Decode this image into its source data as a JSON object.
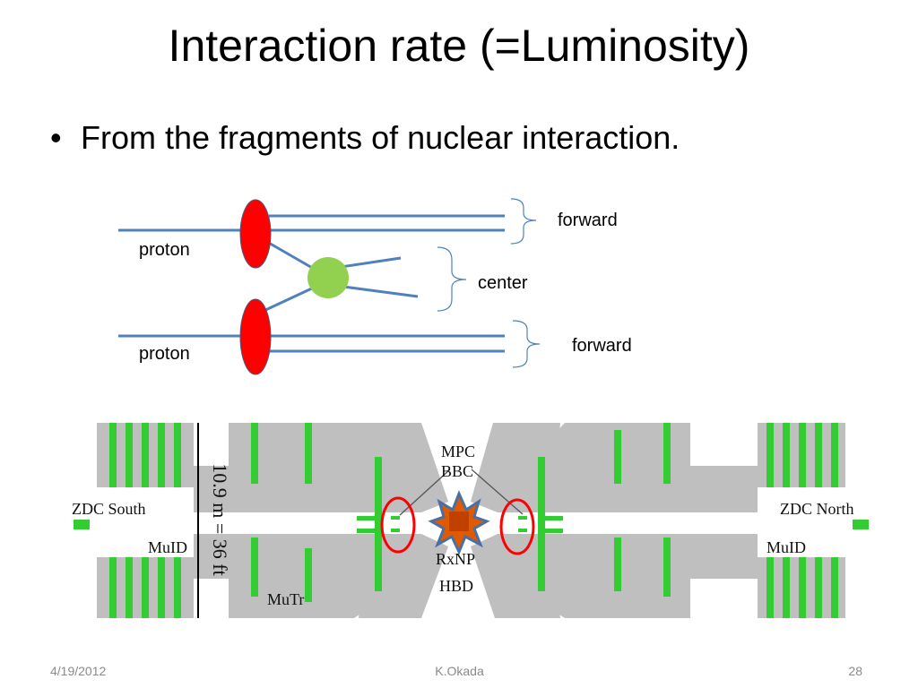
{
  "slide": {
    "title": "Interaction rate (=Luminosity)",
    "bullet": "From the fragments of nuclear interaction.",
    "bullet_marker": "•"
  },
  "schematic": {
    "labels": {
      "proton_top": "proton",
      "proton_bottom": "proton",
      "forward_top": "forward",
      "center": "center",
      "forward_bottom": "forward"
    },
    "colors": {
      "beam_line": "#4f81bd",
      "proton": "#ff0000",
      "center_particle": "#92d050"
    }
  },
  "detector": {
    "side_label": "10.9 m = 36 ft",
    "labels": {
      "zdc_south": "ZDC South",
      "zdc_north": "ZDC North",
      "muid_left": "MuID",
      "muid_right": "MuID",
      "mutr": "MuTr",
      "mpc": "MPC",
      "bbc": "BBC",
      "rxnp": "RxNP",
      "hbd": "HBD"
    },
    "colors": {
      "steel": "#bfbfbf",
      "detector_green": "#33cc33",
      "highlight_circle": "#ff0000",
      "collision_star": "#4a6fa5",
      "collision_core": "#e05a00"
    }
  },
  "footer": {
    "date": "4/19/2012",
    "author": "K.Okada",
    "page": "28"
  }
}
